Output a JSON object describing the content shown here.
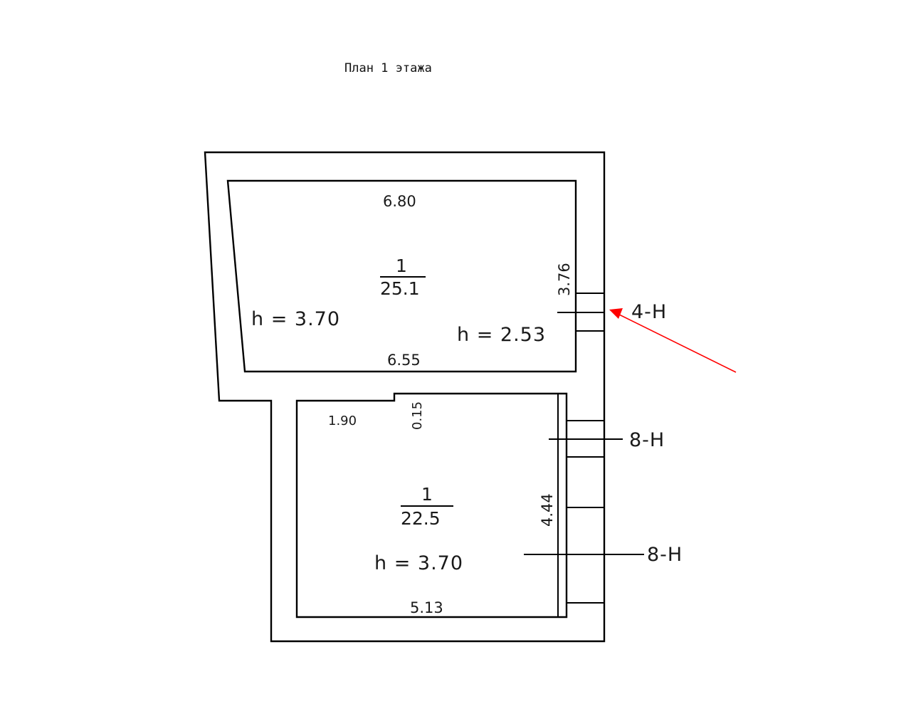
{
  "title": "План 1 этажа",
  "rooms": [
    {
      "number": "1",
      "area": "25.1",
      "height": "h = 3.70",
      "height2": "h = 2.53",
      "dims": {
        "top": "6.80",
        "bottom": "6.55",
        "right": "3.76"
      }
    },
    {
      "number": "1",
      "area": "22.5",
      "height": "h = 3.70",
      "dims": {
        "left_top": "1.90",
        "step": "0.15",
        "right": "4.44",
        "bottom": "5.13"
      }
    }
  ],
  "tags": [
    "4-Н",
    "8-Н",
    "8-Н"
  ],
  "colors": {
    "lines": "#000000",
    "arrow": "#ff0000"
  }
}
